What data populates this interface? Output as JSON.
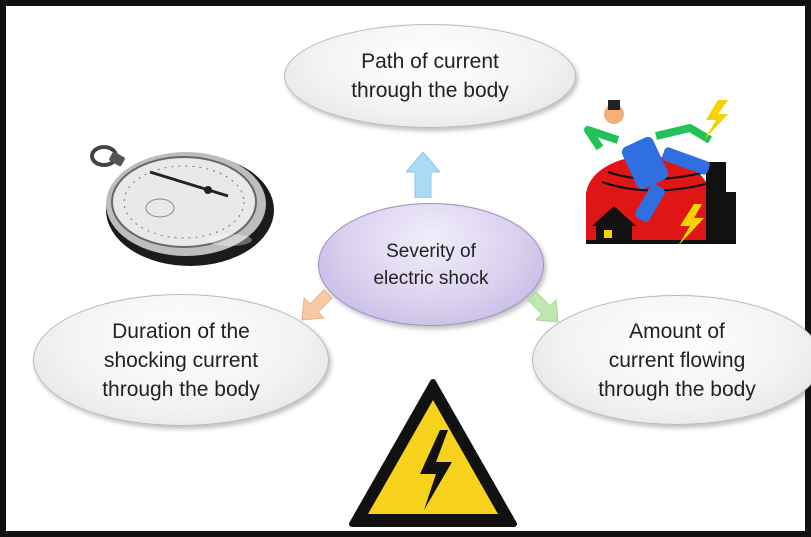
{
  "center": {
    "line1": "Severity of",
    "line2": "electric shock"
  },
  "factors": {
    "path": {
      "line1": "Path of current",
      "line2": "through the body"
    },
    "duration": {
      "line1": "Duration of the",
      "line2": "shocking current",
      "line3": "through the body"
    },
    "amount": {
      "line1": "Amount of",
      "line2": "current flowing",
      "line3": "through the body"
    }
  },
  "arrow_colors": {
    "up": "#a9dcf2",
    "left": "#f8c9a3",
    "right": "#bfe8b1"
  },
  "icons": [
    "stopwatch-icon",
    "electrocuted-person-icon",
    "high-voltage-warning-icon"
  ]
}
